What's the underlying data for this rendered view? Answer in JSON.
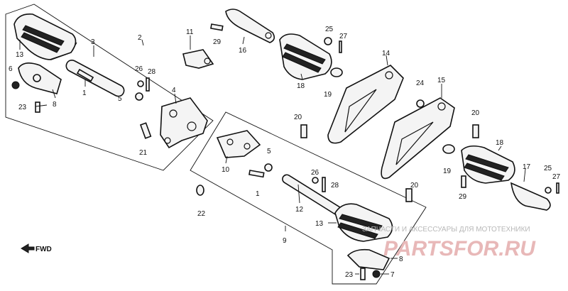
{
  "callouts": [
    "1",
    "2",
    "3",
    "4",
    "5",
    "6",
    "7",
    "8",
    "9",
    "10",
    "11",
    "12",
    "13",
    "14",
    "15",
    "16",
    "17",
    "18",
    "19",
    "20",
    "21",
    "22",
    "23",
    "24",
    "25",
    "26",
    "27",
    "28",
    "29"
  ],
  "direction_label": "FWD",
  "watermark": {
    "tagline": "ЗАПЧАСТИ И АКСЕССУАРЫ ДЛЯ МОТОТЕХНИКИ",
    "brand": "PARTSFOR.RU"
  }
}
